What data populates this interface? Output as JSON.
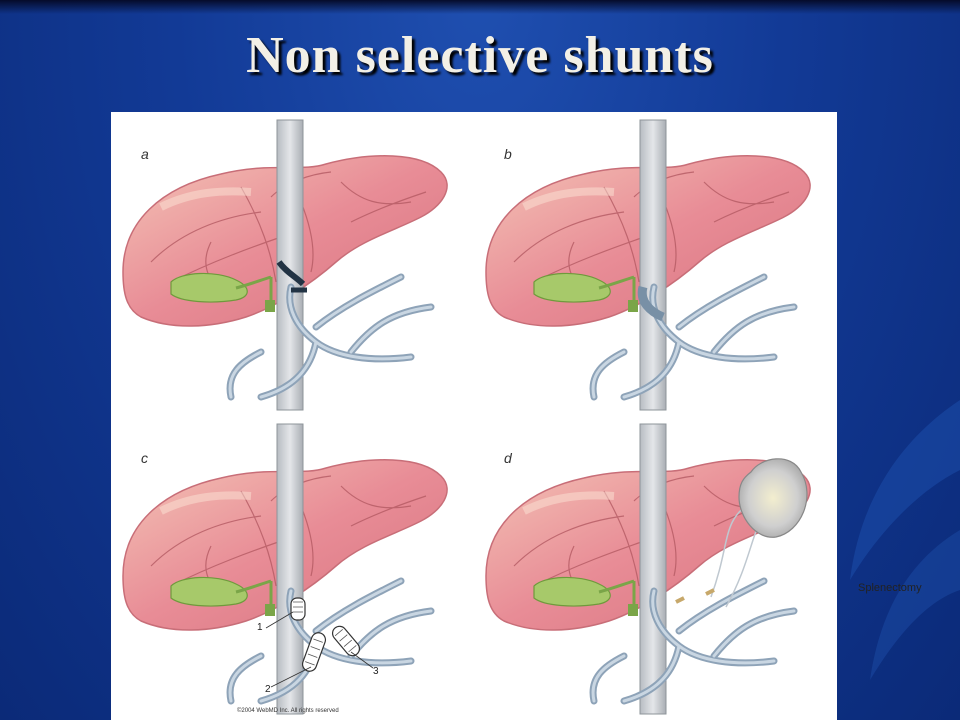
{
  "slide": {
    "title": "Non selective shunts"
  },
  "figure": {
    "panels": [
      {
        "letter": "a"
      },
      {
        "letter": "b"
      },
      {
        "letter": "c",
        "callouts": [
          "1",
          "2",
          "3"
        ]
      },
      {
        "letter": "d",
        "annotation": "Splenectomy"
      }
    ],
    "copyright": "©2004 WebMD Inc. All rights reserved"
  },
  "colors": {
    "background": "#123a96",
    "title": "#f3f0e6",
    "liver": "#e58c93",
    "vessel": "#9ab0c4",
    "gallbladder": "#a7c96a"
  }
}
